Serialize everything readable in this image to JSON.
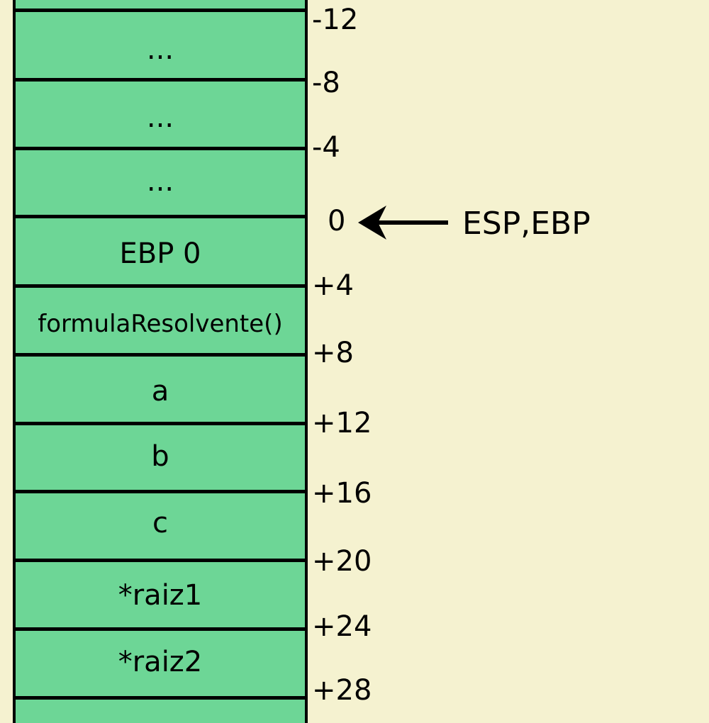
{
  "stack": {
    "cells": [
      {
        "label": "..."
      },
      {
        "label": "..."
      },
      {
        "label": "..."
      },
      {
        "label": "EBP 0"
      },
      {
        "label": "formulaResolvente()"
      },
      {
        "label": "a"
      },
      {
        "label": "b"
      },
      {
        "label": "c"
      },
      {
        "label": "*raiz1"
      },
      {
        "label": "*raiz2"
      }
    ],
    "offsets": [
      "-12",
      "-8",
      "-4",
      "0",
      "+4",
      "+8",
      "+12",
      "+16",
      "+20",
      "+24",
      "+28"
    ]
  },
  "pointer": {
    "label": "ESP,EBP",
    "target_offset": "0"
  },
  "colors": {
    "background": "#f5f2d0",
    "cell_fill": "#6dd696",
    "line": "#000000"
  }
}
